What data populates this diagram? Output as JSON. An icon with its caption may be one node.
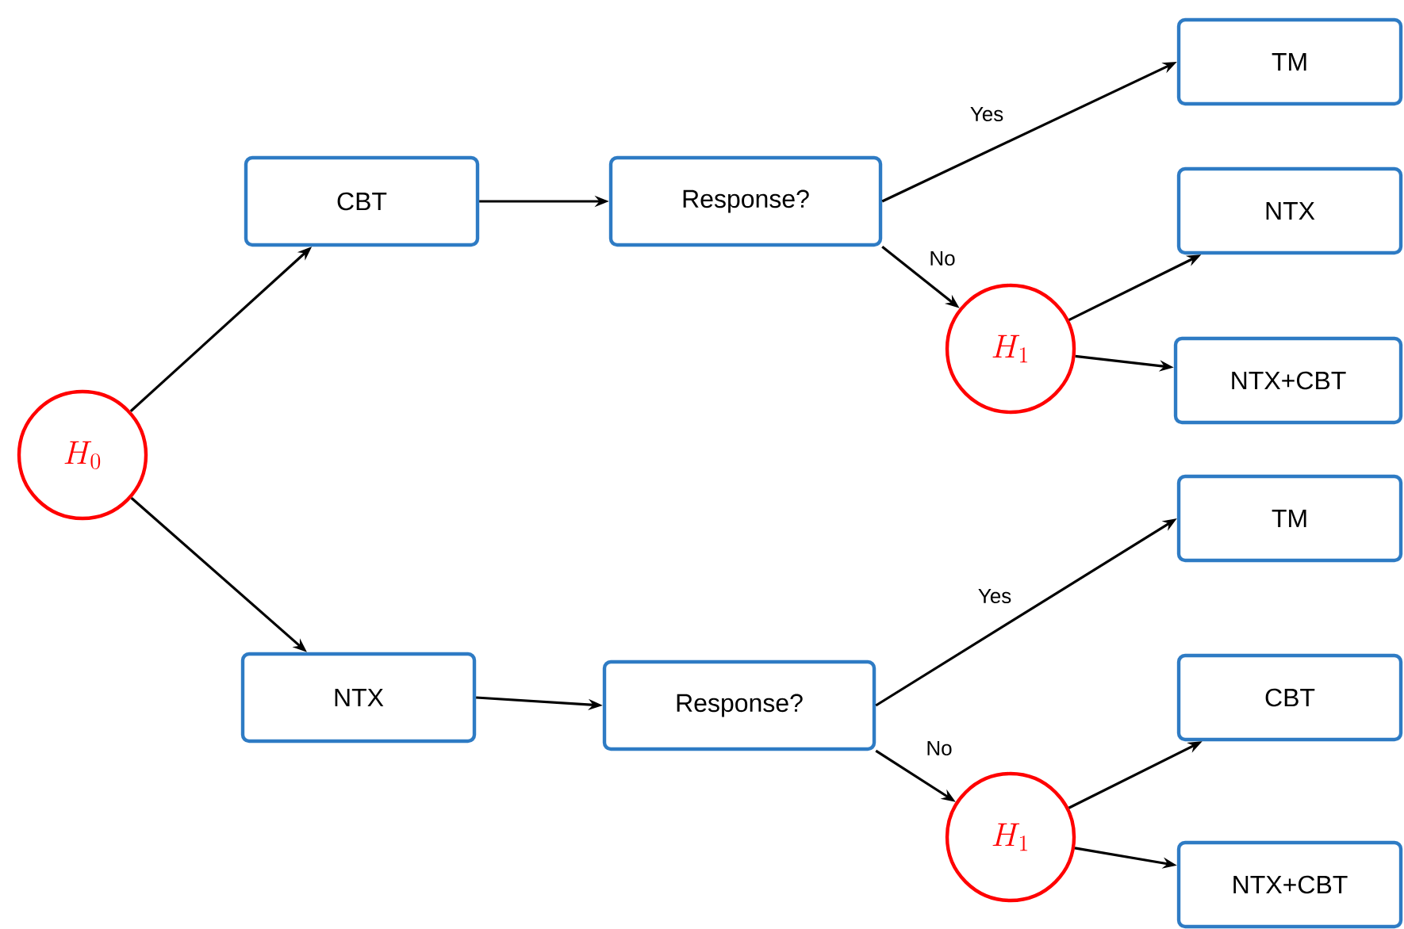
{
  "diagram": {
    "nodes": [
      {
        "text": [
          "H_0"
        ]
      },
      {
        "text": [
          "CBT"
        ]
      },
      {
        "text": [
          "Response?"
        ]
      },
      {
        "text": [
          "H_1"
        ]
      },
      {
        "text": [
          "TM"
        ]
      },
      {
        "text": [
          "NTX"
        ]
      },
      {
        "text": [
          "NTX+CBT"
        ]
      },
      {
        "text": [
          "NTX"
        ]
      },
      {
        "text": [
          "Response?"
        ]
      },
      {
        "text": [
          "H_1"
        ]
      },
      {
        "text": [
          "TM"
        ]
      },
      {
        "text": [
          "CBT"
        ]
      },
      {
        "text": [
          "NTX+CBT"
        ]
      }
    ],
    "edges": [
      {
        "from": 0,
        "to": 1,
        "arrow": "to"
      },
      {
        "from": 0,
        "to": 7,
        "arrow": "to"
      },
      {
        "from": 1,
        "to": 2,
        "arrow": "to"
      },
      {
        "from": 2,
        "to": 4,
        "arrow": "to",
        "label": "Yes"
      },
      {
        "from": 2,
        "to": 3,
        "arrow": "to",
        "label": "No"
      },
      {
        "from": 3,
        "to": 5,
        "arrow": "to"
      },
      {
        "from": 3,
        "to": 6,
        "arrow": "to"
      },
      {
        "from": 7,
        "to": 8,
        "arrow": "to"
      },
      {
        "from": 8,
        "to": 10,
        "arrow": "to",
        "label": "Yes"
      },
      {
        "from": 8,
        "to": 9,
        "arrow": "to",
        "label": "No"
      },
      {
        "from": 9,
        "to": 11,
        "arrow": "to"
      },
      {
        "from": 9,
        "to": 12,
        "arrow": "to"
      }
    ]
  }
}
